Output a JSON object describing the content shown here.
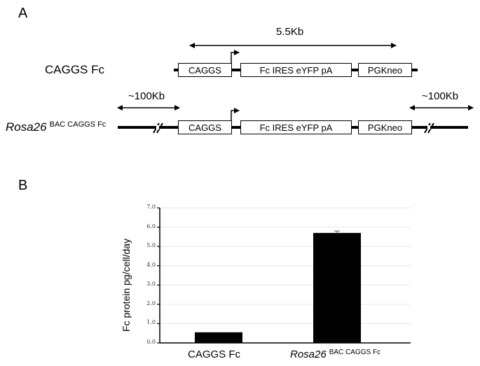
{
  "panel_a": {
    "label": "A",
    "construct1": {
      "name": "CAGGS Fc",
      "size_label": "5.5Kb",
      "elements": [
        "CAGGS",
        "Fc IRES eYFP pA",
        "PGKneo"
      ]
    },
    "construct2": {
      "name_italic": "Rosa26",
      "name_superscript": "BAC CAGGS Fc",
      "flank_left": "~100Kb",
      "flank_right": "~100Kb",
      "elements": [
        "CAGGS",
        "Fc IRES eYFP pA",
        "PGKneo"
      ]
    }
  },
  "panel_b": {
    "label": "B"
  },
  "chart_data": {
    "type": "bar",
    "title": "",
    "xlabel": "",
    "ylabel": "Fc protein pg/cell/day",
    "categories": [
      "CAGGS Fc",
      "Rosa26 BAC CAGGS Fc"
    ],
    "category_display": [
      {
        "main": "CAGGS Fc",
        "italic": "",
        "sup": ""
      },
      {
        "main": "",
        "italic": "Rosa26",
        "sup": "BAC  CAGGS Fc"
      }
    ],
    "values": [
      0.55,
      5.7
    ],
    "error": [
      0.0,
      0.1
    ],
    "ylim": [
      0,
      7.0
    ],
    "yticks": [
      "0.0",
      "1.0",
      "2.0",
      "3.0",
      "4.0",
      "5.0",
      "6.0",
      "7.0"
    ],
    "grid": true,
    "bar_color": "#000000",
    "grid_color": "#e6e6e6",
    "legend": null
  }
}
